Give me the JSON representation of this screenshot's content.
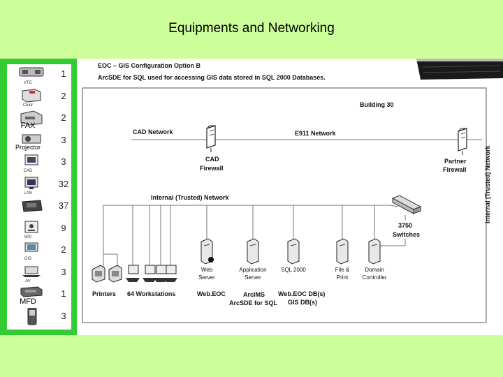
{
  "title": "Equipments and Networking",
  "equipment": [
    {
      "label": "VTC",
      "count": "1",
      "icon": "video-conference-icon"
    },
    {
      "label": "Color",
      "count": "2",
      "icon": "color-printer-icon"
    },
    {
      "label": "FAX",
      "count": "2",
      "icon": "fax-icon"
    },
    {
      "label": "Projector",
      "count": "3",
      "icon": "projector-icon"
    },
    {
      "label": "CAD",
      "count": "3",
      "icon": "cad-terminal-icon"
    },
    {
      "label": "LAN",
      "count": "32",
      "icon": "lan-computer-icon"
    },
    {
      "label": "",
      "count": "37",
      "icon": "phone-icon"
    },
    {
      "label": "800",
      "count": "9",
      "icon": "radio-icon"
    },
    {
      "label": "GIS",
      "count": "2",
      "icon": "gis-workstation-icon"
    },
    {
      "label": "AV",
      "count": "3",
      "icon": "av-laptop-icon"
    },
    {
      "label": "MFD",
      "count": "1",
      "icon": "multifunction-device-icon"
    },
    {
      "label": "",
      "count": "3",
      "icon": "cellphone-icon"
    }
  ],
  "diagram": {
    "heading_line1": "EOC – GIS Configuration Option B",
    "heading_line2": "ArcSDE for SQL used for accessing GIS data stored in SQL 2000 Databases.",
    "building": "Building 30",
    "cad_network": "CAD Network",
    "e911_network": "E911 Network",
    "cad_firewall_1": "CAD",
    "cad_firewall_2": "Firewall",
    "partner_firewall_1": "Partner",
    "partner_firewall_2": "Firewall",
    "internal_network": "Internal (Trusted) Network",
    "internal_network_vertical": "Internal (Trusted) Network",
    "switches_1": "3750",
    "switches_2": "Switches",
    "printers": "Printers",
    "workstations": "64 Workstations",
    "servers": [
      {
        "line1": "Web",
        "line2": "Server"
      },
      {
        "line1": "Application",
        "line2": "Server"
      },
      {
        "line1": "SQL 2000",
        "line2": ""
      },
      {
        "line1": "File &",
        "line2": "Print"
      },
      {
        "line1": "Domain",
        "line2": "Controller"
      }
    ],
    "web_eoc": "Web.EOC",
    "arcims": "ArcIMS",
    "arcsde": "ArcSDE for SQL",
    "webeoc_db": "Web.EOC DB(s)",
    "gis_db": "GIS DB(s)"
  }
}
